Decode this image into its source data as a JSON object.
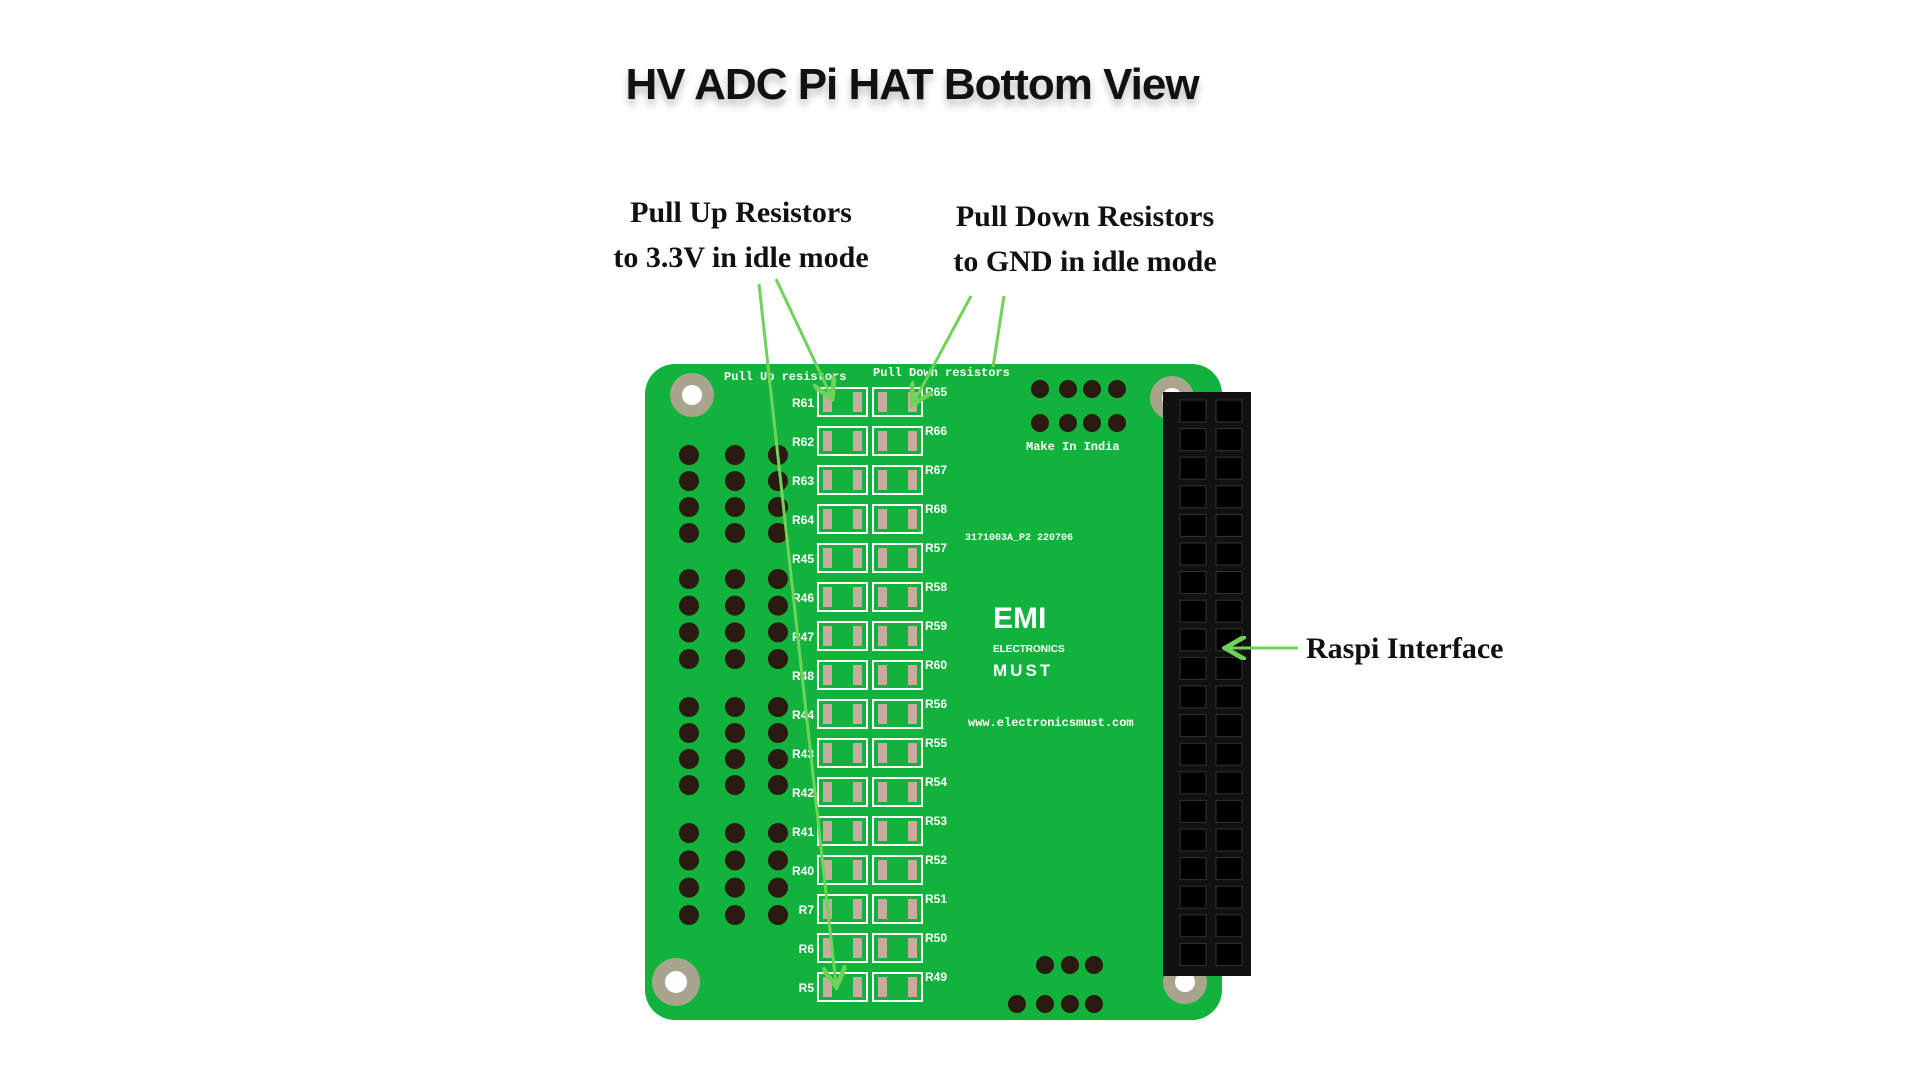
{
  "title": "HV ADC Pi HAT  Bottom View",
  "callouts": {
    "pull_up": {
      "line1": "Pull Up Resistors",
      "line2": "to 3.3V in idle mode"
    },
    "pull_down": {
      "line1": "Pull Down Resistors",
      "line2": "to GND in idle mode"
    },
    "raspi": "Raspi Interface"
  },
  "board": {
    "silkscreen": {
      "pull_up": "Pull Up resistors",
      "pull_down": "Pull Down resistors",
      "origin": "Make In India",
      "part_number": "3171003A_P2 220706",
      "website": "www.electronicsmust.com",
      "logo_mark": "EMI",
      "logo_line1": "ELECTRONICS",
      "logo_line2": "MUST"
    },
    "pull_up_labels": [
      "R61",
      "R62",
      "R63",
      "R64",
      "R45",
      "R46",
      "R47",
      "R48",
      "R44",
      "R43",
      "R42",
      "R41",
      "R40",
      "R7",
      "R6",
      "R5"
    ],
    "pull_down_labels": [
      "R65",
      "R66",
      "R67",
      "R68",
      "R57",
      "R58",
      "R59",
      "R60",
      "R56",
      "R55",
      "R54",
      "R53",
      "R52",
      "R51",
      "R50",
      "R49"
    ]
  },
  "colors": {
    "pcb": "#12b33c",
    "arrow": "#6fd35a",
    "header": "#1a1a1a",
    "silk": "#ffffff"
  }
}
